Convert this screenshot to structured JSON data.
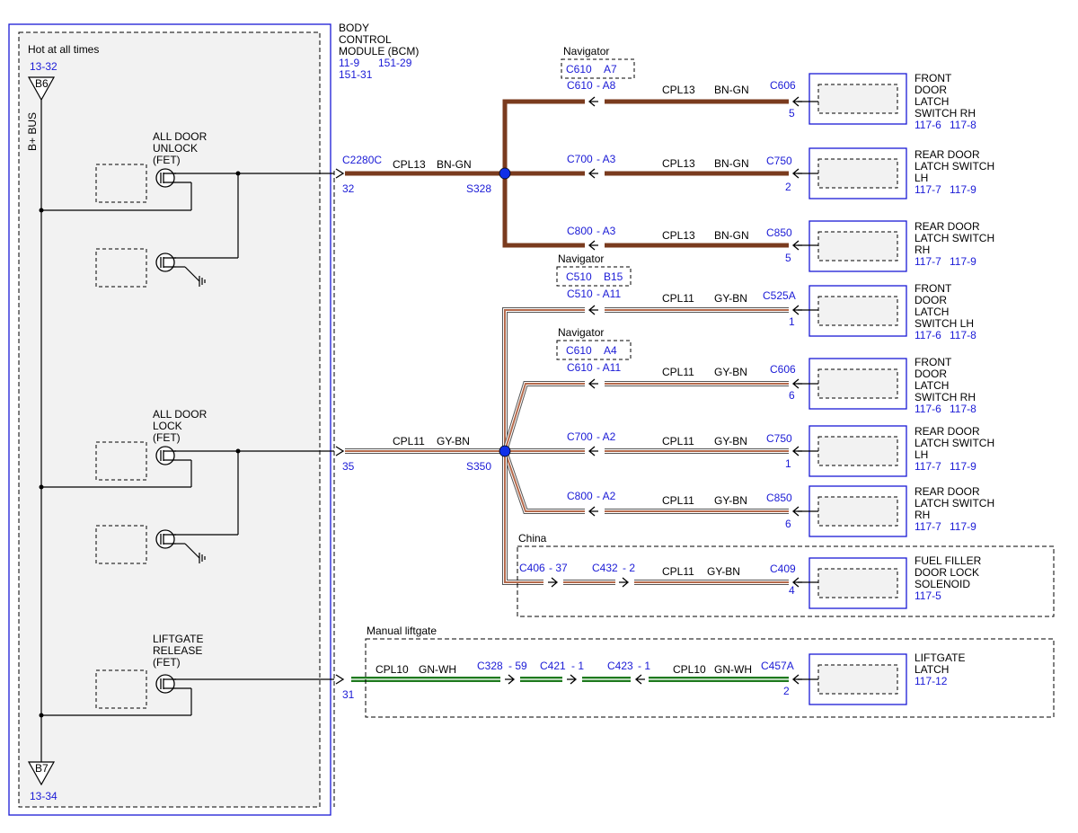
{
  "colors": {
    "label_blue": "#1a1ad6",
    "wire_bn_gn": "#7a3b1e",
    "wire_gy_bn_outer": "#555555",
    "wire_gy_bn_core": "#b46a4c",
    "wire_gn_wh": "#1f7a1f",
    "box_fill": "#f2f2f2",
    "component_border": "#1a1ad6",
    "splice_dot": "#1030e8"
  },
  "bcm": {
    "power_note": "Hot at all times",
    "bus_label": "B+ BUS",
    "top_ref": "13-32",
    "top_conn": "B6",
    "bottom_ref": "13-34",
    "bottom_conn": "B7",
    "title": [
      "BODY",
      "CONTROL",
      "MODULE (BCM)"
    ],
    "refs": [
      "11-9",
      "151-29",
      "151-31"
    ],
    "fets": [
      {
        "name": [
          "ALL DOOR",
          "UNLOCK",
          "(FET)"
        ],
        "connector": "C2280C",
        "pin": "32",
        "circuit": "CPL13",
        "color": "BN-GN",
        "splice": "S328"
      },
      {
        "name": [
          "ALL DOOR",
          "LOCK",
          "(FET)"
        ],
        "pin": "35",
        "circuit": "CPL11",
        "color": "GY-BN",
        "splice": "S350"
      },
      {
        "name": [
          "LIFTGATE",
          "RELEASE",
          "(FET)"
        ],
        "pin": "31",
        "circuit": "CPL10",
        "color": "GN-WH"
      }
    ]
  },
  "unlock_branches": [
    {
      "variant": "Navigator",
      "alt_conn": "C610",
      "alt_pin": "A7",
      "inline": "C610",
      "inline_pin": "- A8",
      "circuit": "CPL13",
      "color": "BN-GN",
      "conn": "C606",
      "pin": "5",
      "component": [
        "FRONT",
        "DOOR",
        "LATCH",
        "SWITCH RH"
      ],
      "refs": [
        "117-6",
        "117-8"
      ]
    },
    {
      "inline": "C700",
      "inline_pin": "- A3",
      "circuit": "CPL13",
      "color": "BN-GN",
      "conn": "C750",
      "pin": "2",
      "component": [
        "REAR DOOR",
        "LATCH SWITCH",
        "LH"
      ],
      "refs": [
        "117-7",
        "117-9"
      ]
    },
    {
      "inline": "C800",
      "inline_pin": "- A3",
      "circuit": "CPL13",
      "color": "BN-GN",
      "conn": "C850",
      "pin": "5",
      "component": [
        "REAR DOOR",
        "LATCH SWITCH",
        "RH"
      ],
      "refs": [
        "117-7",
        "117-9"
      ]
    }
  ],
  "lock_branches": [
    {
      "variant": "Navigator",
      "alt_conn": "C510",
      "alt_pin": "B15",
      "inline": "C510",
      "inline_pin": "- A11",
      "circuit": "CPL11",
      "color": "GY-BN",
      "conn": "C525A",
      "pin": "1",
      "component": [
        "FRONT",
        "DOOR",
        "LATCH",
        "SWITCH LH"
      ],
      "refs": [
        "117-6",
        "117-8"
      ]
    },
    {
      "variant": "Navigator",
      "alt_conn": "C610",
      "alt_pin": "A4",
      "inline": "C610",
      "inline_pin": "- A11",
      "circuit": "CPL11",
      "color": "GY-BN",
      "conn": "C606",
      "pin": "6",
      "component": [
        "FRONT",
        "DOOR",
        "LATCH",
        "SWITCH RH"
      ],
      "refs": [
        "117-6",
        "117-8"
      ]
    },
    {
      "inline": "C700",
      "inline_pin": "- A2",
      "circuit": "CPL11",
      "color": "GY-BN",
      "conn": "C750",
      "pin": "1",
      "component": [
        "REAR DOOR",
        "LATCH SWITCH",
        "LH"
      ],
      "refs": [
        "117-7",
        "117-9"
      ]
    },
    {
      "inline": "C800",
      "inline_pin": "- A2",
      "circuit": "CPL11",
      "color": "GY-BN",
      "conn": "C850",
      "pin": "6",
      "component": [
        "REAR DOOR",
        "LATCH SWITCH",
        "RH"
      ],
      "refs": [
        "117-7",
        "117-9"
      ]
    }
  ],
  "china_branch": {
    "group": "China",
    "inline1": "C406",
    "inline1_pin": "- 37",
    "inline2": "C432",
    "inline2_pin": "- 2",
    "circuit": "CPL11",
    "color": "GY-BN",
    "conn": "C409",
    "pin": "4",
    "component": [
      "FUEL FILLER",
      "DOOR LOCK",
      "SOLENOID"
    ],
    "refs": [
      "117-5"
    ]
  },
  "liftgate_branch": {
    "group": "Manual liftgate",
    "circuit": "CPL10",
    "color": "GN-WH",
    "inline1": "C328",
    "inline1_pin": "- 59",
    "inline2": "C421",
    "inline2_pin": "- 1",
    "inline3": "C423",
    "inline3_pin": "- 1",
    "circuit2": "CPL10",
    "color2": "GN-WH",
    "conn": "C457A",
    "pin": "2",
    "component": [
      "LIFTGATE",
      "LATCH"
    ],
    "refs": [
      "117-12"
    ]
  }
}
